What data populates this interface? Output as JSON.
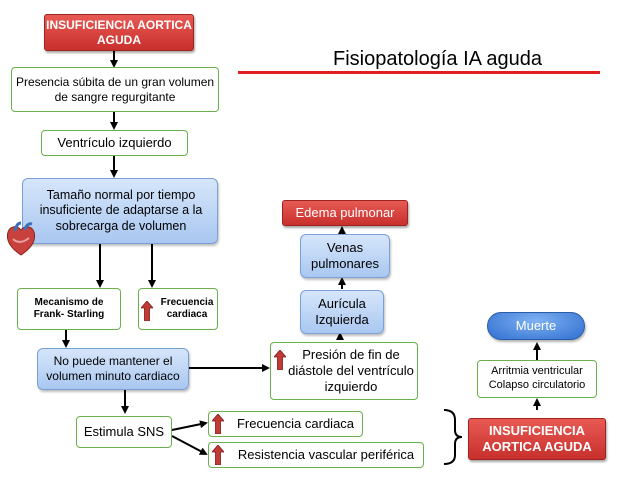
{
  "title": "Fisiopatología IA aguda",
  "colors": {
    "red": "#d63a35",
    "green_border": "#6ab04c",
    "blue_fill": "#b8d2f4",
    "blue_border": "#7aa0d6"
  },
  "nodes": {
    "insuf_top": "INSUFICIENCIA AORTICA AGUDA",
    "presencia": "Presencia súbita de un gran volumen de sangre regurgitante",
    "ventriculo": "Ventrículo izquierdo",
    "tamano": "Tamaño normal por tiempo insuficiente de adaptarse a la sobrecarga de volumen",
    "mecanismo": "Mecanismo de Frank- Starling",
    "frecuencia_cardiaca_1": "Frecuencia cardiaca",
    "no_puede": "No puede mantener el volumen minuto cardiaco",
    "estimula": "Estimula SNS",
    "frecuencia_cardiaca_2": "Frecuencia cardiaca",
    "resistencia": "Resistencia vascular periférica",
    "presion": "Presión de fin de diástole del ventrículo izquierdo",
    "auricula": "Aurícula Izquierda",
    "venas": "Venas pulmonares",
    "edema": "Edema pulmonar",
    "muerte": "Muerte",
    "arritmia": "Arritmia ventricular Colapso circulatorio",
    "insuf_bottom": "INSUFICIENCIA AORTICA AGUDA"
  }
}
